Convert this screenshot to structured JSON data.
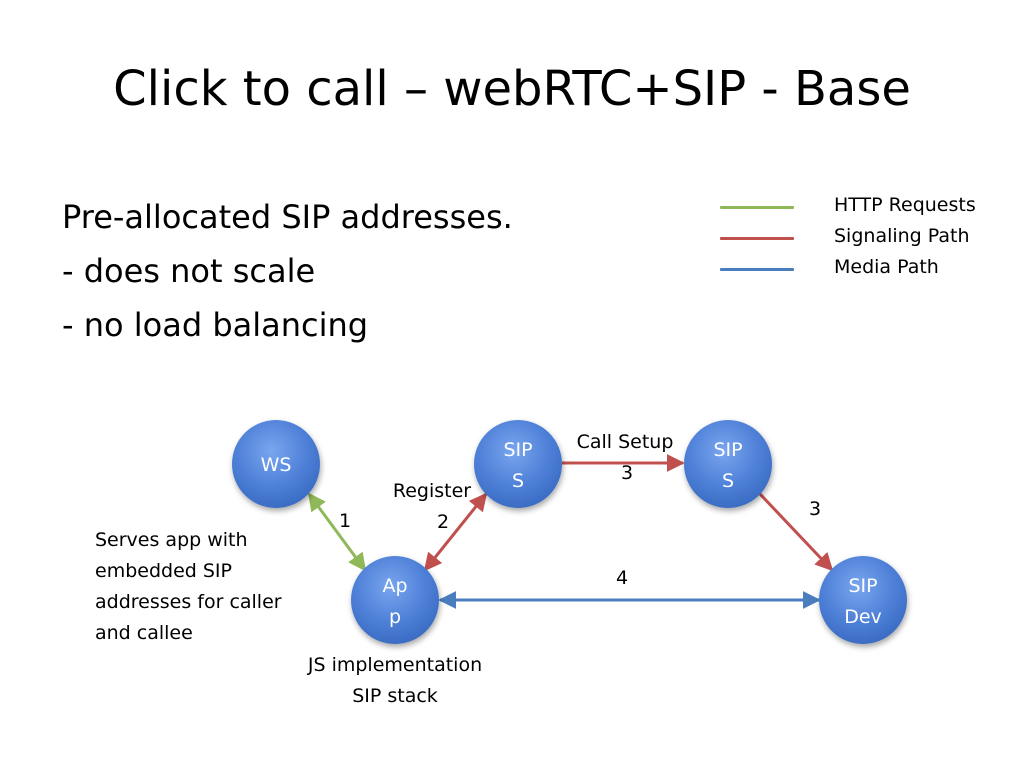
{
  "title": "Click to call – webRTC+SIP - Base",
  "subtitle": {
    "line1": "Pre-allocated SIP addresses.",
    "line2": "- does not scale",
    "line3": "- no load balancing"
  },
  "colors": {
    "http": "#8fb858",
    "signaling": "#c0504d",
    "media": "#4a7dbd",
    "node_fill": "#4f81d8"
  },
  "legend": [
    {
      "label": "HTTP Requests",
      "color": "#8fb858"
    },
    {
      "label": "Signaling Path",
      "color": "#c0504d"
    },
    {
      "label": "Media Path",
      "color": "#4a7dbd"
    }
  ],
  "nodes": {
    "ws": {
      "line1": "WS",
      "line2": ""
    },
    "app": {
      "line1": "Ap",
      "line2": "p"
    },
    "sip1": {
      "line1": "SIP",
      "line2": "S"
    },
    "sip2": {
      "line1": "SIP",
      "line2": "S"
    },
    "dev": {
      "line1": "SIP",
      "line2": "Dev"
    }
  },
  "edges": {
    "http": {
      "label": "1"
    },
    "register": {
      "line1": "Register",
      "line2": "2"
    },
    "call_setup": {
      "line1": "Call Setup",
      "line2": "3"
    },
    "to_dev": {
      "label": "3"
    },
    "media": {
      "label": "4"
    }
  },
  "notes": {
    "ws_note": [
      "Serves app with",
      "embedded SIP",
      "addresses for caller",
      "and callee"
    ],
    "app_note": [
      "JS implementation",
      "SIP stack"
    ]
  }
}
